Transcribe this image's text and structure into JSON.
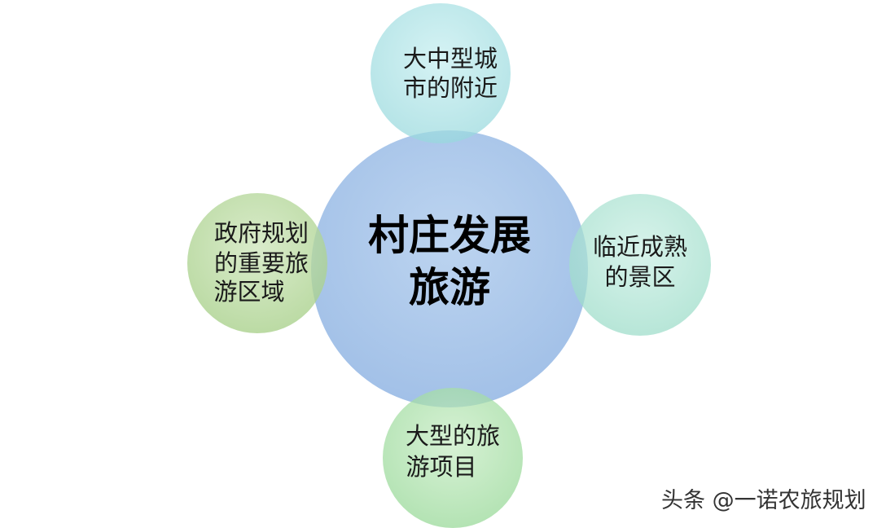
{
  "center": {
    "line1": "村庄发展",
    "line2": "旅游",
    "fill": "#a5c3e8"
  },
  "nodes": {
    "top": {
      "line1": "大中型城",
      "line2": "市的附近",
      "fill": "#a6e0e3"
    },
    "right": {
      "line1": "临近成熟",
      "line2": "的景区",
      "fill": "#a9e2d2"
    },
    "bottom": {
      "line1": "大型的旅",
      "line2": "游项目",
      "fill": "#a8dfa8"
    },
    "left": {
      "line1": "政府规划",
      "line2": "的重要旅",
      "line3": "游区域",
      "fill": "#b6d89c"
    }
  },
  "watermark": "头条 @一诺农旅规划"
}
